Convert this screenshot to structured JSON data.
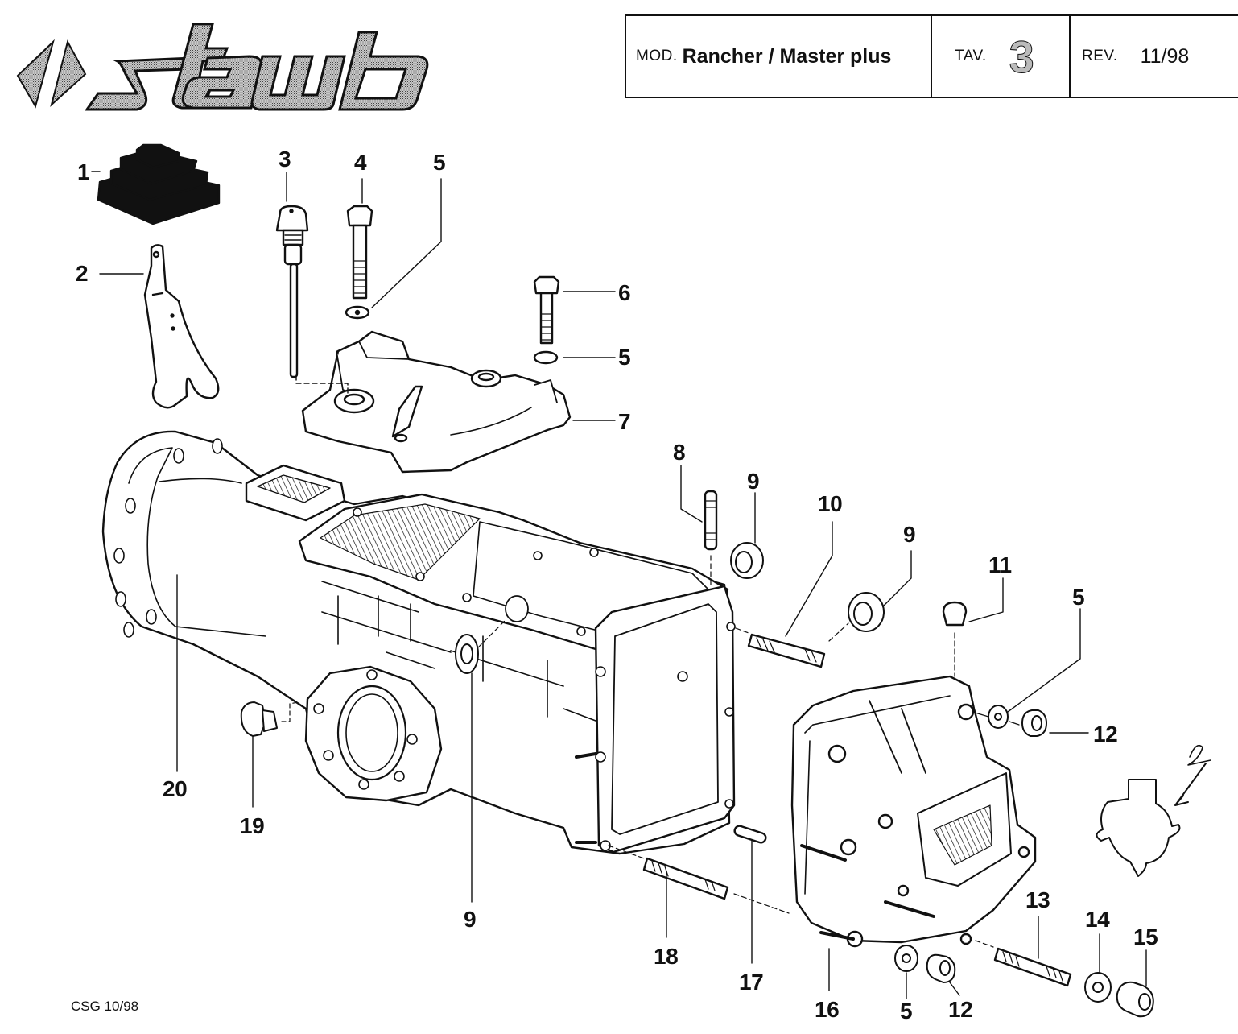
{
  "brand": {
    "name": "staub"
  },
  "title_block": {
    "model_label": "MOD.",
    "model_value": "Rancher / Master plus",
    "table_label": "TAV.",
    "table_value": "3",
    "revision_label": "REV.",
    "revision_value": "11/98"
  },
  "footer": {
    "code": "CSG 10/98"
  },
  "annotation": {
    "handwritten_mark": "2"
  },
  "parts": [
    {
      "ref": "1",
      "name": "gear-lever-boot"
    },
    {
      "ref": "2",
      "name": "clutch-release-fork"
    },
    {
      "ref": "3",
      "name": "oil-dipstick-plug"
    },
    {
      "ref": "4",
      "name": "long-bolt"
    },
    {
      "ref": "5",
      "name": "washer"
    },
    {
      "ref": "6",
      "name": "bolt"
    },
    {
      "ref": "7",
      "name": "top-cover"
    },
    {
      "ref": "8",
      "name": "stud"
    },
    {
      "ref": "9",
      "name": "oil-seal"
    },
    {
      "ref": "10",
      "name": "stud"
    },
    {
      "ref": "11",
      "name": "plug"
    },
    {
      "ref": "12",
      "name": "nut"
    },
    {
      "ref": "13",
      "name": "stud"
    },
    {
      "ref": "14",
      "name": "washer"
    },
    {
      "ref": "15",
      "name": "nut"
    },
    {
      "ref": "16",
      "name": "rear-cover"
    },
    {
      "ref": "17",
      "name": "dowel-pin"
    },
    {
      "ref": "18",
      "name": "stud"
    },
    {
      "ref": "19",
      "name": "drain-plug"
    },
    {
      "ref": "20",
      "name": "gearbox-housing"
    }
  ],
  "callouts": [
    {
      "label": "1"
    },
    {
      "label": "2"
    },
    {
      "label": "3"
    },
    {
      "label": "4"
    },
    {
      "label": "5"
    },
    {
      "label": "6"
    },
    {
      "label": "5"
    },
    {
      "label": "7"
    },
    {
      "label": "8"
    },
    {
      "label": "9"
    },
    {
      "label": "10"
    },
    {
      "label": "9"
    },
    {
      "label": "11"
    },
    {
      "label": "5"
    },
    {
      "label": "12"
    },
    {
      "label": "20"
    },
    {
      "label": "19"
    },
    {
      "label": "9"
    },
    {
      "label": "18"
    },
    {
      "label": "17"
    },
    {
      "label": "16"
    },
    {
      "label": "5"
    },
    {
      "label": "12"
    },
    {
      "label": "13"
    },
    {
      "label": "14"
    },
    {
      "label": "15"
    }
  ]
}
